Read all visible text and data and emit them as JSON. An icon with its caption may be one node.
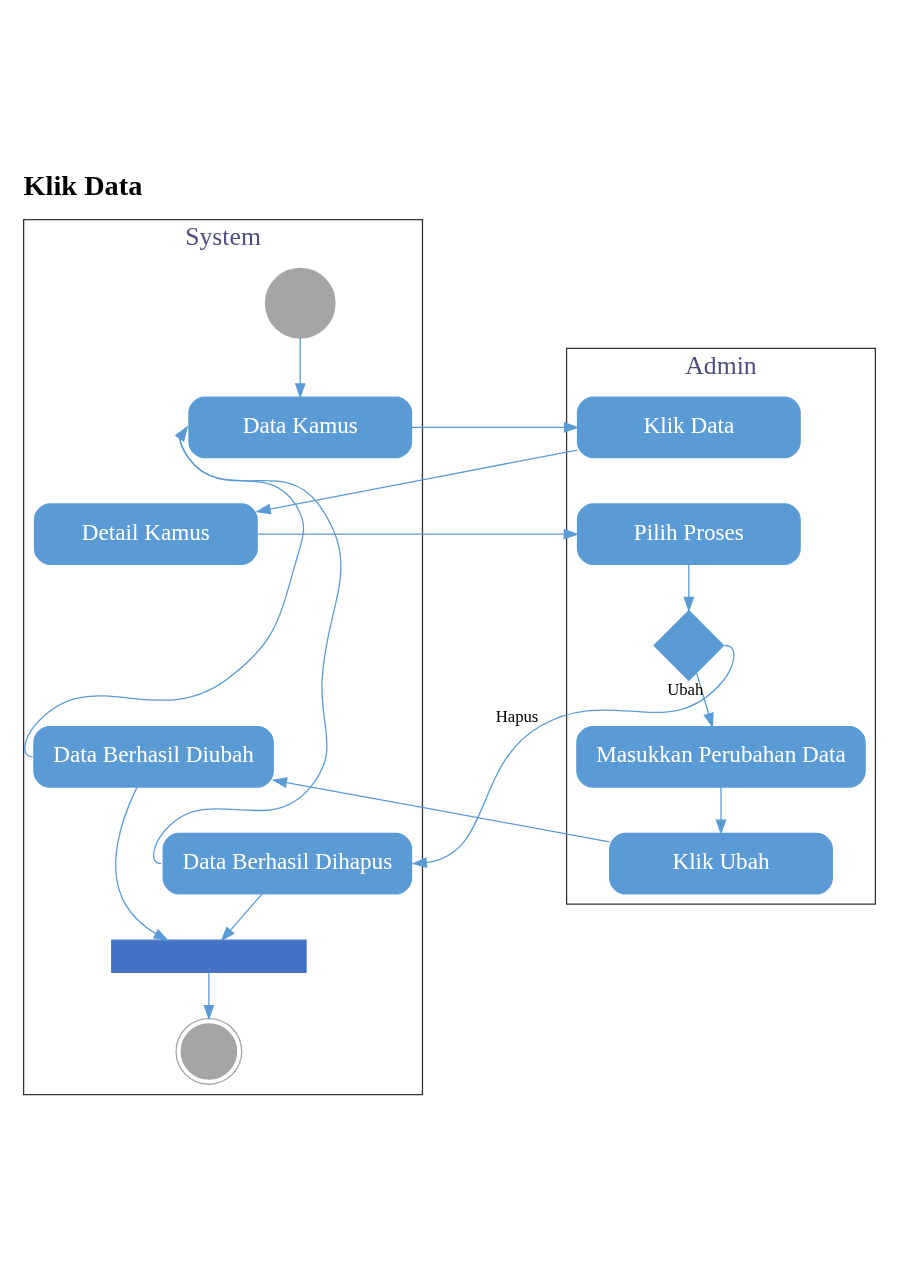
{
  "diagram": {
    "title": "Klik Data",
    "nodes": [
      {
        "text": [
          "System"
        ]
      },
      {
        "text": [
          "Admin"
        ]
      },
      {
        "text": [],
        "shape": "circle",
        "in": 0
      },
      {
        "text": [
          "Data Kamus"
        ],
        "in": 0
      },
      {
        "text": [
          "Klik Data"
        ],
        "in": 1
      },
      {
        "text": [
          "Detail Kamus"
        ],
        "in": 0
      },
      {
        "text": [
          "Pilih Proses"
        ],
        "in": 1
      },
      {
        "text": [],
        "shape": "diamond",
        "in": 1
      },
      {
        "text": [
          "Masukkan Perubahan Data"
        ],
        "in": 1
      },
      {
        "text": [
          "Klik Ubah"
        ],
        "in": 1
      },
      {
        "text": [
          "Data Berhasil Diubah"
        ],
        "in": 0
      },
      {
        "text": [
          "Data Berhasil Dihapus"
        ],
        "in": 0
      },
      {
        "text": [],
        "shape": "bar",
        "in": 0
      },
      {
        "text": [],
        "shape": "circle",
        "in": 0
      }
    ],
    "edges": [
      {
        "from": 2,
        "to": 3,
        "arrow": "to"
      },
      {
        "from": 3,
        "to": 4,
        "arrow": "to"
      },
      {
        "from": 4,
        "to": 5,
        "arrow": "to"
      },
      {
        "from": 5,
        "to": 6,
        "arrow": "to"
      },
      {
        "from": 6,
        "to": 7,
        "arrow": "to"
      },
      {
        "from": 7,
        "to": 8,
        "arrow": "to",
        "label": "Ubah"
      },
      {
        "from": 8,
        "to": 9,
        "arrow": "to"
      },
      {
        "from": 9,
        "to": 10,
        "arrow": "to"
      },
      {
        "from": 10,
        "to": 3,
        "arrow": "to"
      },
      {
        "from": 7,
        "to": 11,
        "arrow": "to",
        "label": "Hapus"
      },
      {
        "from": 11,
        "to": 3,
        "arrow": "to"
      },
      {
        "from": 10,
        "to": 12,
        "arrow": "to"
      },
      {
        "from": 11,
        "to": 12,
        "arrow": "to"
      },
      {
        "from": 12,
        "to": 13,
        "arrow": "to"
      }
    ]
  }
}
